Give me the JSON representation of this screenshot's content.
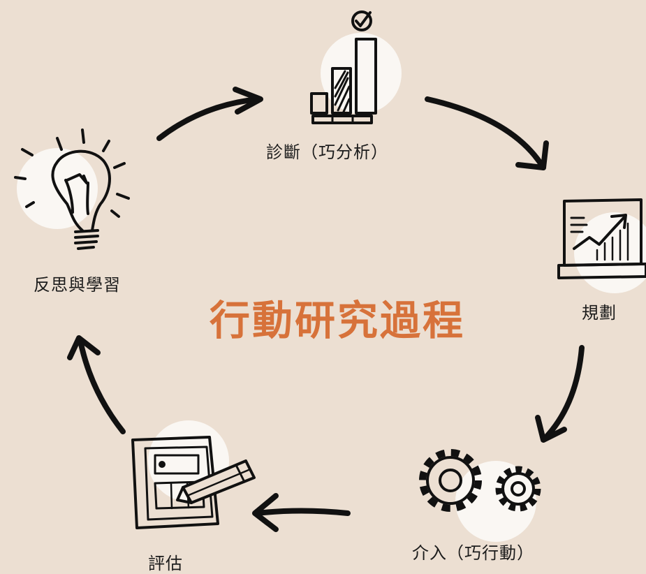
{
  "title": "行動研究過程",
  "accent_color": "#d7723a",
  "background_color": "#ecdfd2",
  "steps": [
    {
      "label": "診斷（巧分析）",
      "icon": "bar-chart-icon"
    },
    {
      "label": "規劃",
      "icon": "laptop-chart-icon"
    },
    {
      "label": "介入（巧行動）",
      "icon": "gears-icon"
    },
    {
      "label": "評估",
      "icon": "document-pencil-icon"
    },
    {
      "label": "反思與學習",
      "icon": "lightbulb-icon"
    }
  ]
}
